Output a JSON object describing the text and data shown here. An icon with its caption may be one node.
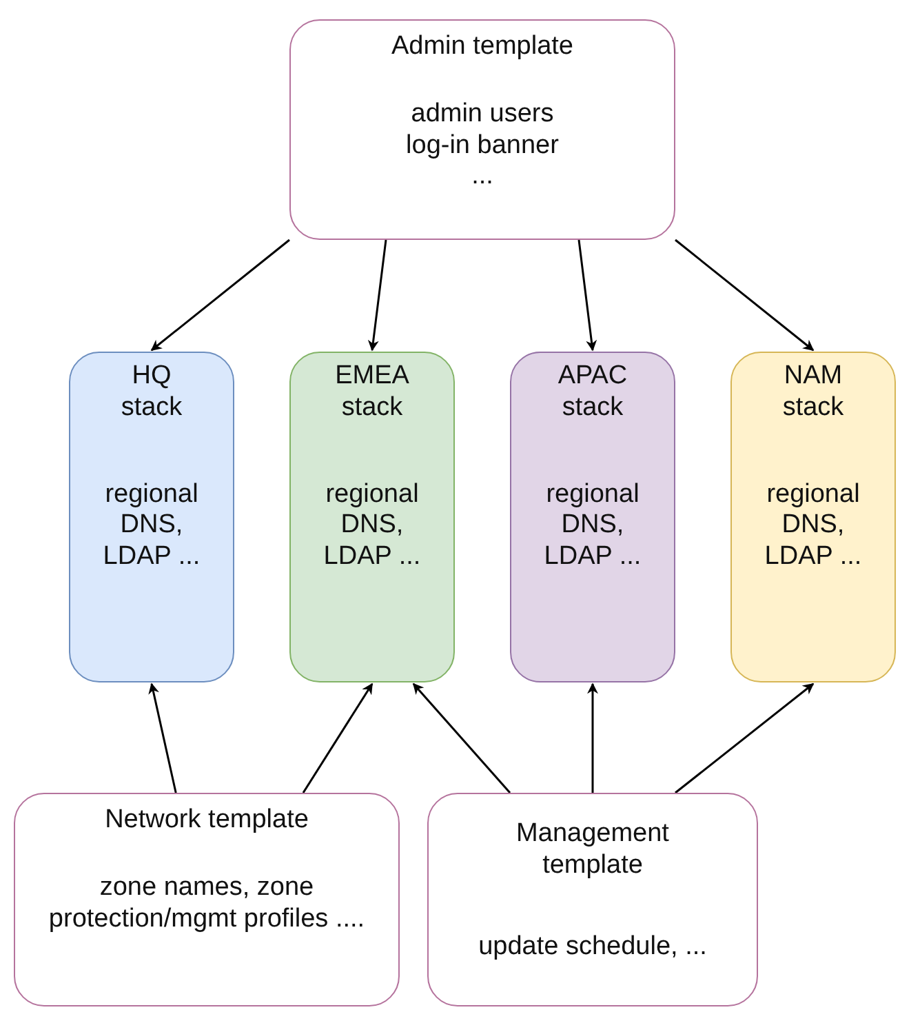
{
  "diagram": {
    "nodes": [
      {
        "text": [
          "Admin template",
          "admin users log-in banner ..."
        ]
      },
      {
        "text": [
          "HQ stack",
          "regional DNS, LDAP ..."
        ]
      },
      {
        "text": [
          "EMEA stack",
          "regional DNS, LDAP ..."
        ]
      },
      {
        "text": [
          "APAC stack",
          "regional DNS, LDAP ..."
        ]
      },
      {
        "text": [
          "NAM stack",
          "regional DNS, LDAP ..."
        ]
      },
      {
        "text": [
          "Network template",
          "zone names, zone protection/mgmt profiles ...."
        ]
      },
      {
        "text": [
          "Management template",
          "update schedule, ..."
        ]
      }
    ],
    "edges": [
      {
        "from": 0,
        "to": 1,
        "arrow": "to"
      },
      {
        "from": 0,
        "to": 2,
        "arrow": "to"
      },
      {
        "from": 0,
        "to": 3,
        "arrow": "to"
      },
      {
        "from": 0,
        "to": 4,
        "arrow": "to"
      },
      {
        "from": 5,
        "to": 1,
        "arrow": "to"
      },
      {
        "from": 5,
        "to": 2,
        "arrow": "to"
      },
      {
        "from": 6,
        "to": 2,
        "arrow": "to"
      },
      {
        "from": 6,
        "to": 3,
        "arrow": "to"
      },
      {
        "from": 6,
        "to": 4,
        "arrow": "to"
      }
    ]
  }
}
